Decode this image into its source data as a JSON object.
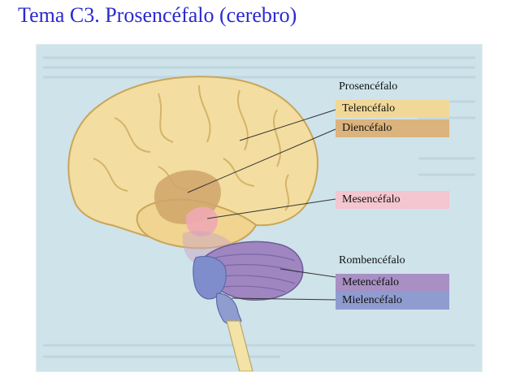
{
  "slide": {
    "title": "Tema C3. Prosencéfalo (cerebro)"
  },
  "groups": {
    "forebrain": "Prosencéfalo",
    "hindbrain": "Rombencéfalo"
  },
  "regions": [
    {
      "label": "Telencéfalo",
      "color": "#f2d898"
    },
    {
      "label": "Diencéfalo",
      "color": "#dbb37c"
    },
    {
      "label": "Mesencéfalo",
      "color": "#f4c6cf"
    },
    {
      "label": "Metencéfalo",
      "color": "#a88fc4"
    },
    {
      "label": "Mielencéfalo",
      "color": "#8f9cd0"
    }
  ]
}
